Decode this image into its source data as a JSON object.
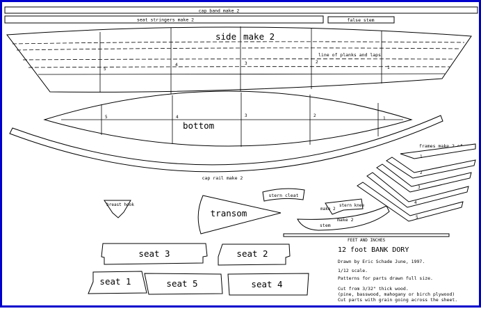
{
  "colors": {
    "border": "#0000cc",
    "ink": "#000000",
    "paper": "#ffffff"
  },
  "labels": {
    "cap_band": "cap band make 2",
    "seat_stringers": "seat stringers make 2",
    "false_stem": "false stem",
    "side": "side",
    "side_make": "make 2",
    "planks_line": "line of planks and laps",
    "bottom": "bottom",
    "cap_rail": "cap rail make 2",
    "frames": "frames make 2 of each",
    "breast_hook": "breast hook",
    "stern_cleat": "stern cleat",
    "transom": "transom",
    "stern_knee": "stern knee",
    "make2_a": "make 2",
    "make2_b": "make 2",
    "stem": "stem",
    "seat3": "seat 3",
    "seat2": "seat 2",
    "seat1": "seat 1",
    "seat5": "seat 5",
    "seat4": "seat 4",
    "scale_label": "FEET AND INCHES"
  },
  "side_stations": [
    "5",
    "4",
    "3",
    "2",
    "1"
  ],
  "bottom_stations": [
    "5",
    "4",
    "3",
    "2",
    "1"
  ],
  "frame_numbers": [
    "1",
    "2",
    "3",
    "4",
    "5"
  ],
  "info": {
    "title": "12 foot BANK DORY",
    "drawn_by": "Drawn by Eric Schade   June, 1997.",
    "scale": "1/12 scale.",
    "patterns": "Patterns for parts drawn full size.",
    "cut_from": "Cut from 3/32\" thick wood.",
    "wood": "(pine, basswood, mahogany or birch plywood)",
    "grain": "Cut parts with grain going across the sheet."
  }
}
